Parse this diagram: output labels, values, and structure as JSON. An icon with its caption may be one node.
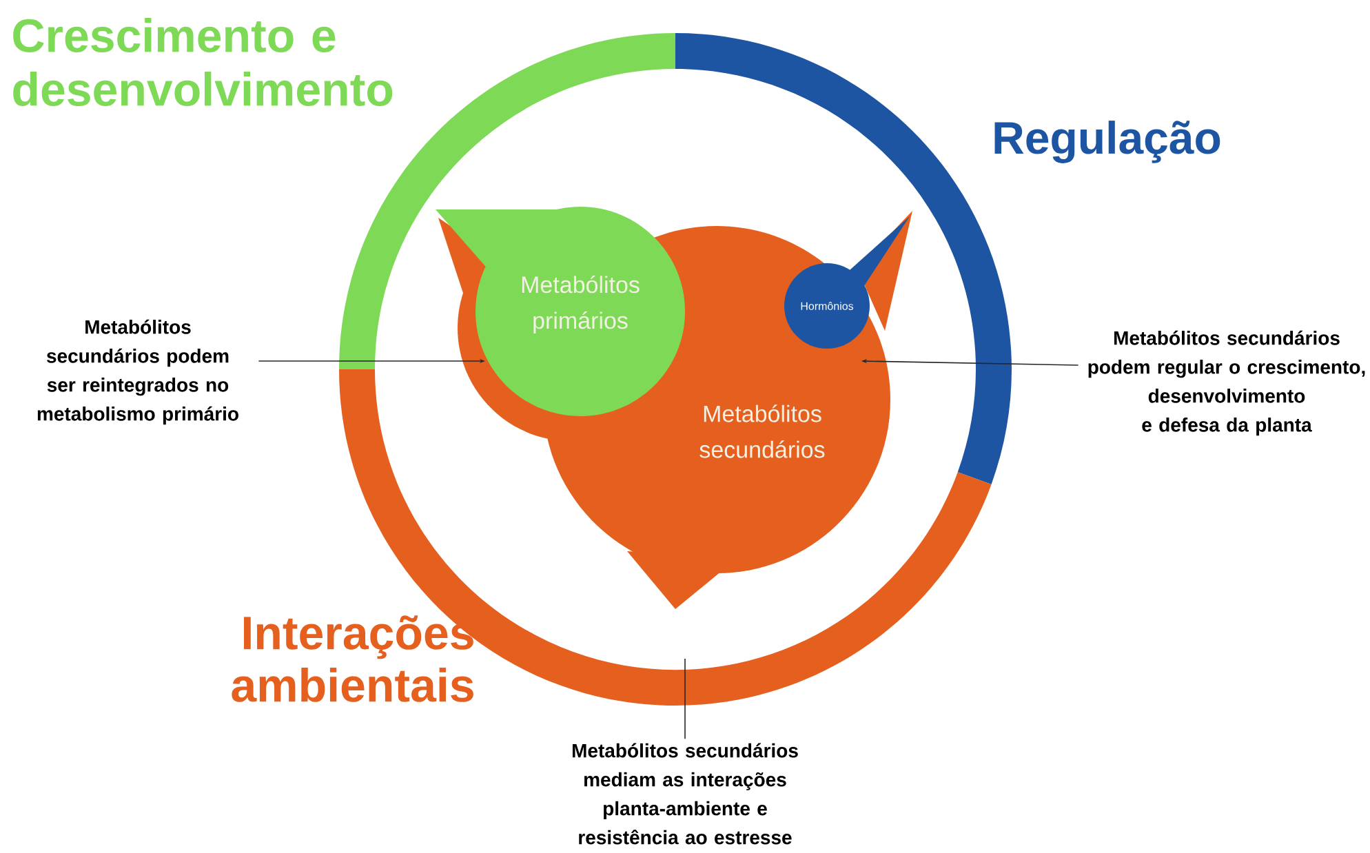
{
  "diagram": {
    "nodes": [
      {
        "text": [
          "Crescimento e desenvolvimento"
        ]
      },
      {
        "text": [
          "Regulação"
        ]
      },
      {
        "text": [
          "Interações ambientais"
        ]
      },
      {
        "text": [
          "Metabólitos secundários"
        ]
      },
      {
        "text": [
          "Metabólitos primários"
        ]
      },
      {
        "text": [
          "Hormônios"
        ],
        "in": 3
      },
      {
        "text": [
          "Metabólitos secundários podem ser reintegrados no metabolismo primário"
        ]
      },
      {
        "text": [
          "Metabólitos secundários podem regular o crescimento, desenvolvimento e defesa da planta"
        ]
      },
      {
        "text": [
          "Metabólitos secundários mediam as interações planta-ambiente e resistência ao estresse"
        ]
      }
    ],
    "edges": [
      {
        "from": 6,
        "to": 3,
        "arrow": "to"
      },
      {
        "from": 7,
        "to": 3,
        "arrow": "to"
      },
      {
        "from": 8,
        "to": 2,
        "arrow": "none"
      }
    ]
  }
}
